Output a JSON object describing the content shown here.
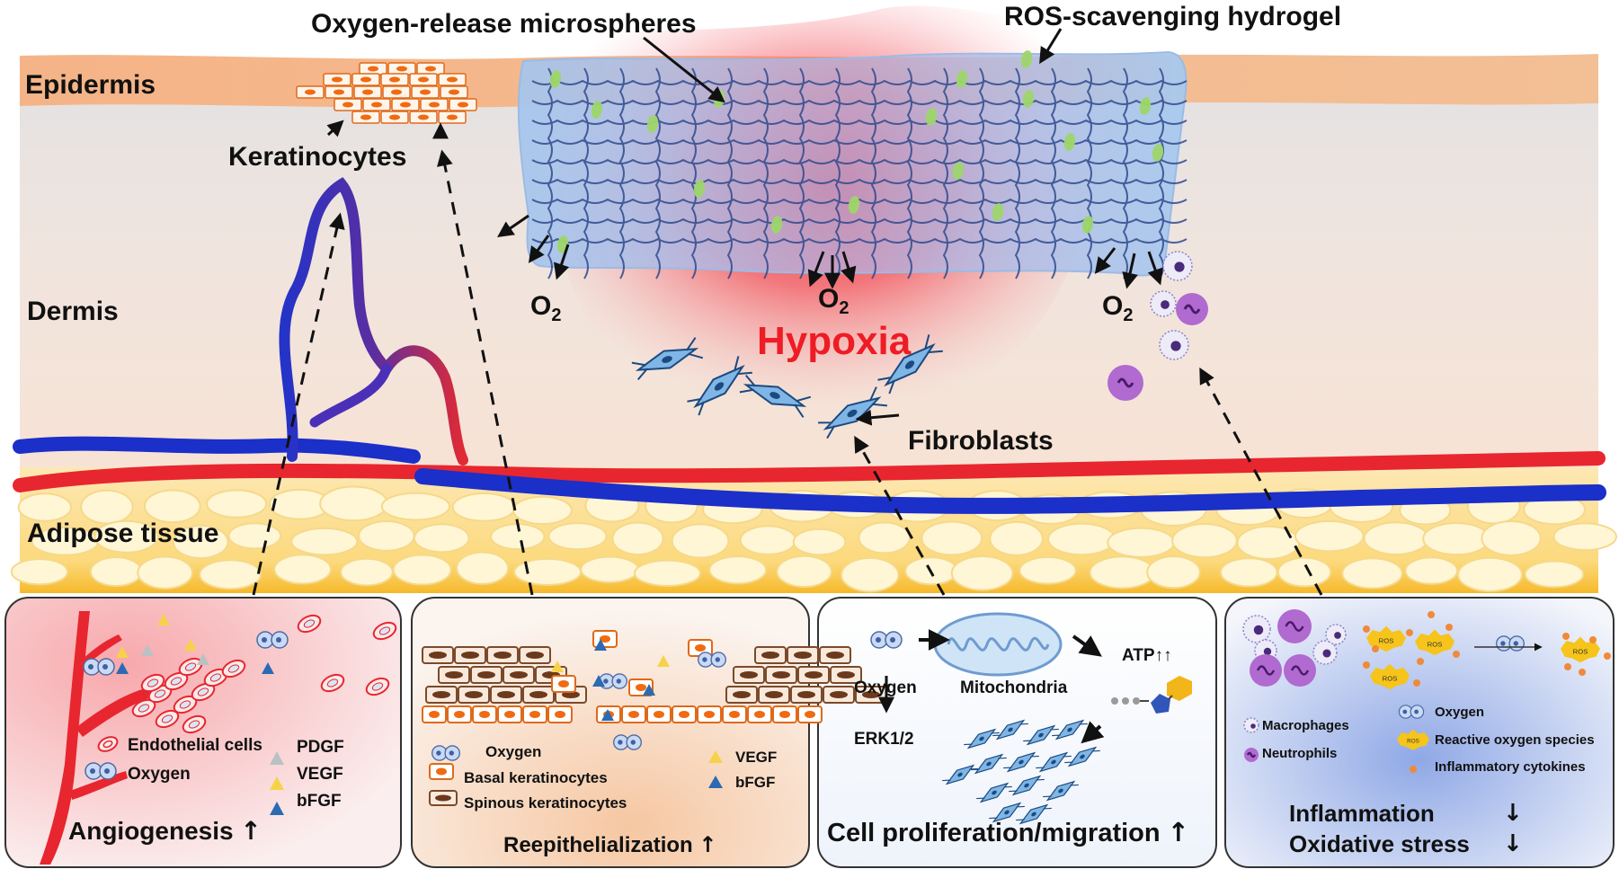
{
  "scene": {
    "layers": {
      "epidermis": "Epidermis",
      "dermis": "Dermis",
      "adipose": "Adipose tissue"
    },
    "callouts": {
      "microspheres": "Oxygen-release microspheres",
      "hydrogel": "ROS-scavenging hydrogel",
      "keratinocytes": "Keratinocytes",
      "fibroblasts": "Fibroblasts",
      "hypoxia": "Hypoxia"
    },
    "oxygen_base": "O",
    "oxygen_sub": "2"
  },
  "panels": {
    "angiogenesis": {
      "title": "Angiogenesis",
      "arrow": "↑",
      "legend": {
        "endothelial": "Endothelial cells",
        "oxygen": "Oxygen",
        "pdgf": "PDGF",
        "vegf": "VEGF",
        "bfgf": "bFGF"
      }
    },
    "reepithelialization": {
      "title": "Reepithelialization",
      "arrow": "↑",
      "legend": {
        "oxygen": "Oxygen",
        "basal": "Basal keratinocytes",
        "spinous": "Spinous keratinocytes",
        "vegf": "VEGF",
        "bfgf": "bFGF"
      }
    },
    "proliferation": {
      "title": "Cell proliferation/migration",
      "arrow": "↑",
      "oxygen": "Oxygen",
      "mitochondria": "Mitochondria",
      "atp": "ATP↑↑",
      "erk": "ERK1/2"
    },
    "inflammation": {
      "title1": "Inflammation",
      "title2": "Oxidative stress",
      "arrow": "↓",
      "ros": "ROS",
      "legend": {
        "macrophages": "Macrophages",
        "neutrophils": "Neutrophils",
        "oxygen": "Oxygen",
        "ros": "Reactive oxygen species",
        "cytokines": "Inflammatory cytokines"
      }
    }
  },
  "colors": {
    "epidermis": "#f4b98a",
    "dermis": "#f6e6df",
    "adipose": "#fbe3a3",
    "artery": "#e8262f",
    "vein": "#1b2fc9",
    "hydrogel": "#a9c8ec",
    "hypoxia_text": "#ee1c25",
    "microsphere": "#9ed66b"
  }
}
